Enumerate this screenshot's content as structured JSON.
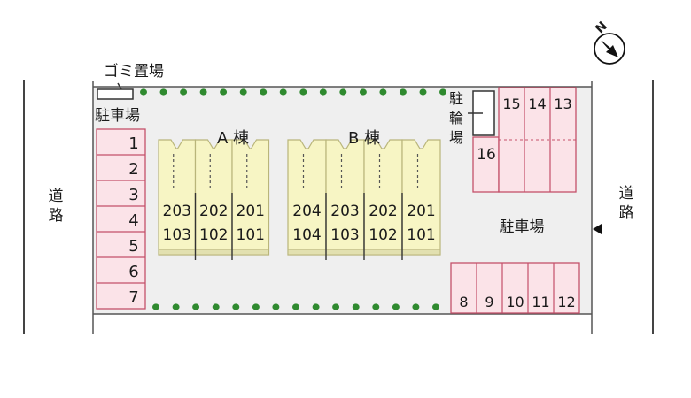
{
  "labels": {
    "road_left": "道\n路",
    "road_right": "道\n路",
    "garbage": "ゴミ置場",
    "parking_left": "駐車場",
    "parking_right": "駐車場",
    "bicycle_parking": "駐\n輪\n場"
  },
  "buildings": [
    {
      "name": "A 棟",
      "upper_units": [
        "203",
        "202",
        "201"
      ],
      "lower_units": [
        "103",
        "102",
        "101"
      ]
    },
    {
      "name": "B 棟",
      "upper_units": [
        "204",
        "203",
        "202",
        "201"
      ],
      "lower_units": [
        "104",
        "103",
        "102",
        "101"
      ]
    }
  ],
  "parking_spaces": {
    "left_column": [
      "1",
      "2",
      "3",
      "4",
      "5",
      "6",
      "7"
    ],
    "bottom_row": [
      "8",
      "9",
      "10",
      "11",
      "12"
    ],
    "top_right": [
      "15",
      "14",
      "13"
    ],
    "top_right_lower": "16"
  },
  "compass": {
    "label": "N"
  },
  "colors": {
    "lot": "#efefef",
    "parking_fill": "#fbe3e8",
    "parking_stroke": "#c4506a",
    "building_fill": "#f7f5c4",
    "building_stroke": "#b9b57a",
    "hedge": "#2f8a2f",
    "road_line": "#444444"
  }
}
